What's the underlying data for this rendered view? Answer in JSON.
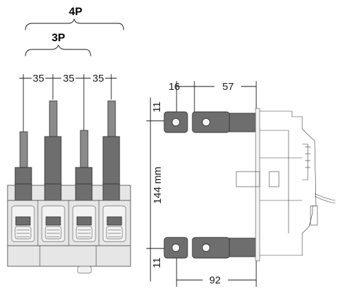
{
  "braces": {
    "four_pole": "4P",
    "three_pole": "3P"
  },
  "front_view": {
    "pitch_labels": [
      "35",
      "35",
      "35"
    ]
  },
  "side_view": {
    "dim_top_left": "16",
    "dim_top_right": "57",
    "dim_upper_offset": "11",
    "dim_height": "144 mm",
    "dim_lower_offset": "11",
    "dim_depth": "92"
  }
}
